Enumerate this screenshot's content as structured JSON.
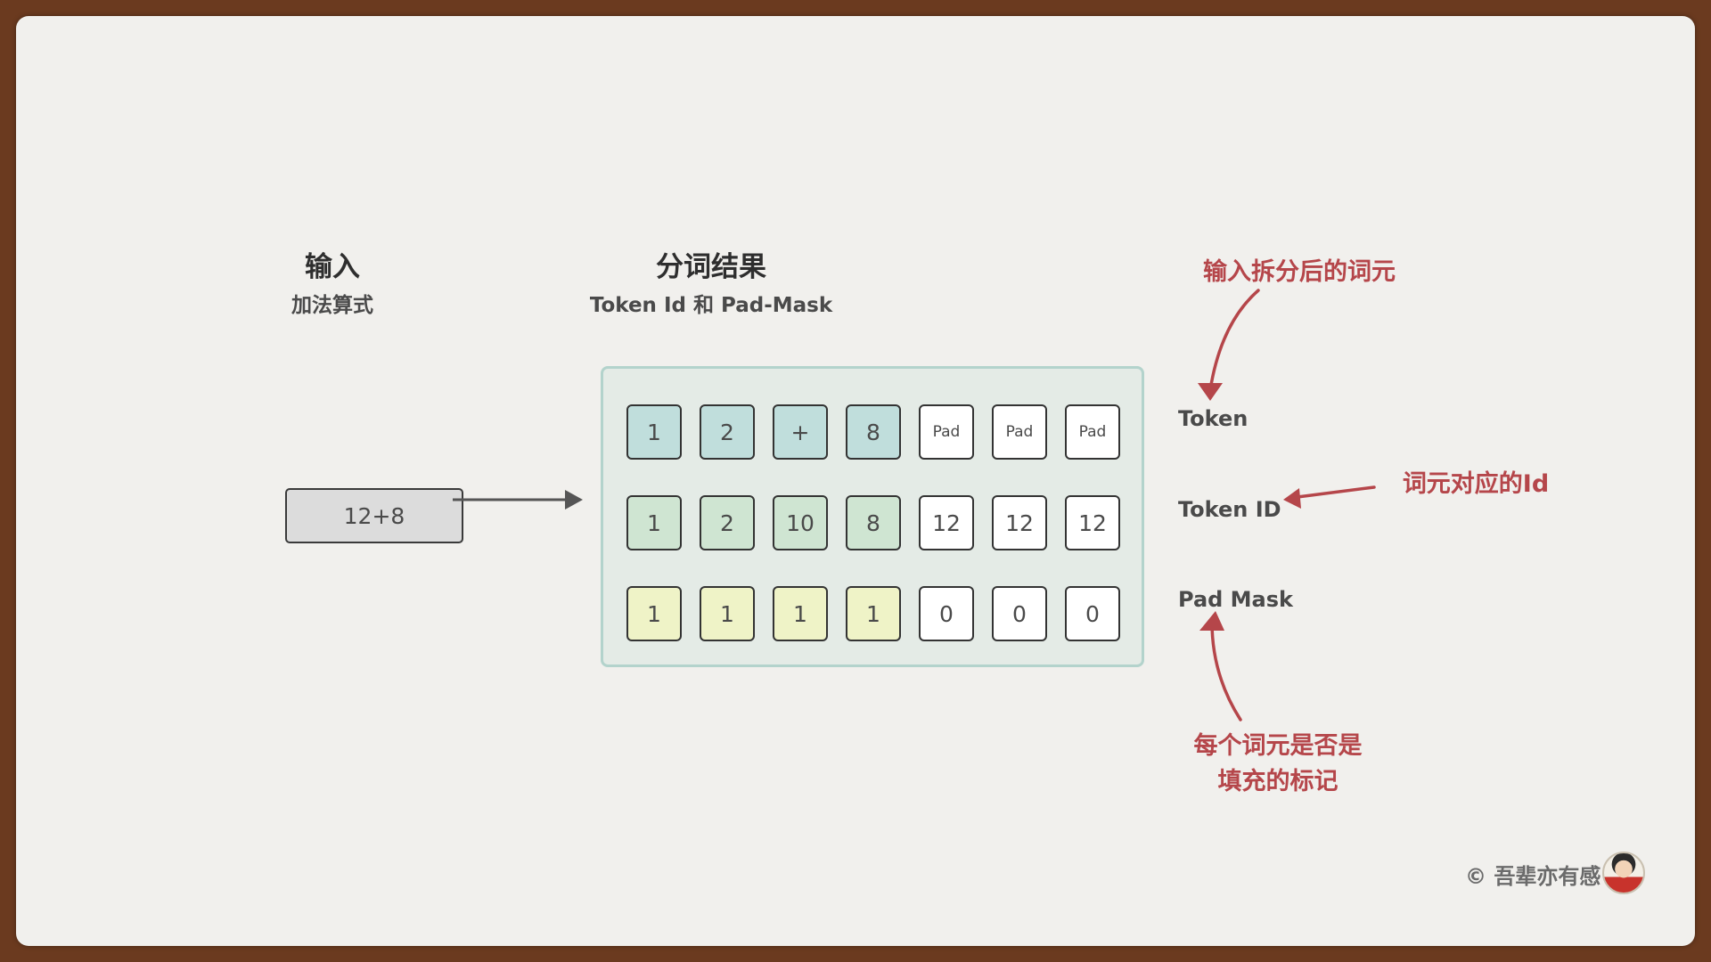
{
  "input_section": {
    "title": "输入",
    "subtitle": "加法算式",
    "expression": "12+8"
  },
  "result_section": {
    "title": "分词结果",
    "subtitle": "Token Id 和 Pad-Mask"
  },
  "grid": {
    "rows": [
      {
        "name": "token",
        "values": [
          "1",
          "2",
          "+",
          "8",
          "Pad",
          "Pad",
          "Pad"
        ],
        "fill": "#c0dedc"
      },
      {
        "name": "token-id",
        "values": [
          "1",
          "2",
          "10",
          "8",
          "12",
          "12",
          "12"
        ],
        "fill": "#cfe5d2"
      },
      {
        "name": "pad-mask",
        "values": [
          "1",
          "1",
          "1",
          "1",
          "0",
          "0",
          "0"
        ],
        "fill": "#eff3c7"
      }
    ],
    "pad_fill": "#ffffff"
  },
  "row_labels": {
    "token": "Token",
    "token_id": "Token ID",
    "pad_mask": "Pad Mask"
  },
  "annotations": {
    "token": "输入拆分后的词元",
    "token_id": "词元对应的Id",
    "pad_mask_line1": "每个词元是否是",
    "pad_mask_line2": "填充的标记"
  },
  "credit": "© 吾辈亦有感",
  "colors": {
    "annotation_red": "#b5464a",
    "panel_border": "#b3d3cc",
    "panel_fill": "#e4ebe6",
    "frame_brown": "#6b3a1f",
    "paper": "#f1f0ed"
  }
}
